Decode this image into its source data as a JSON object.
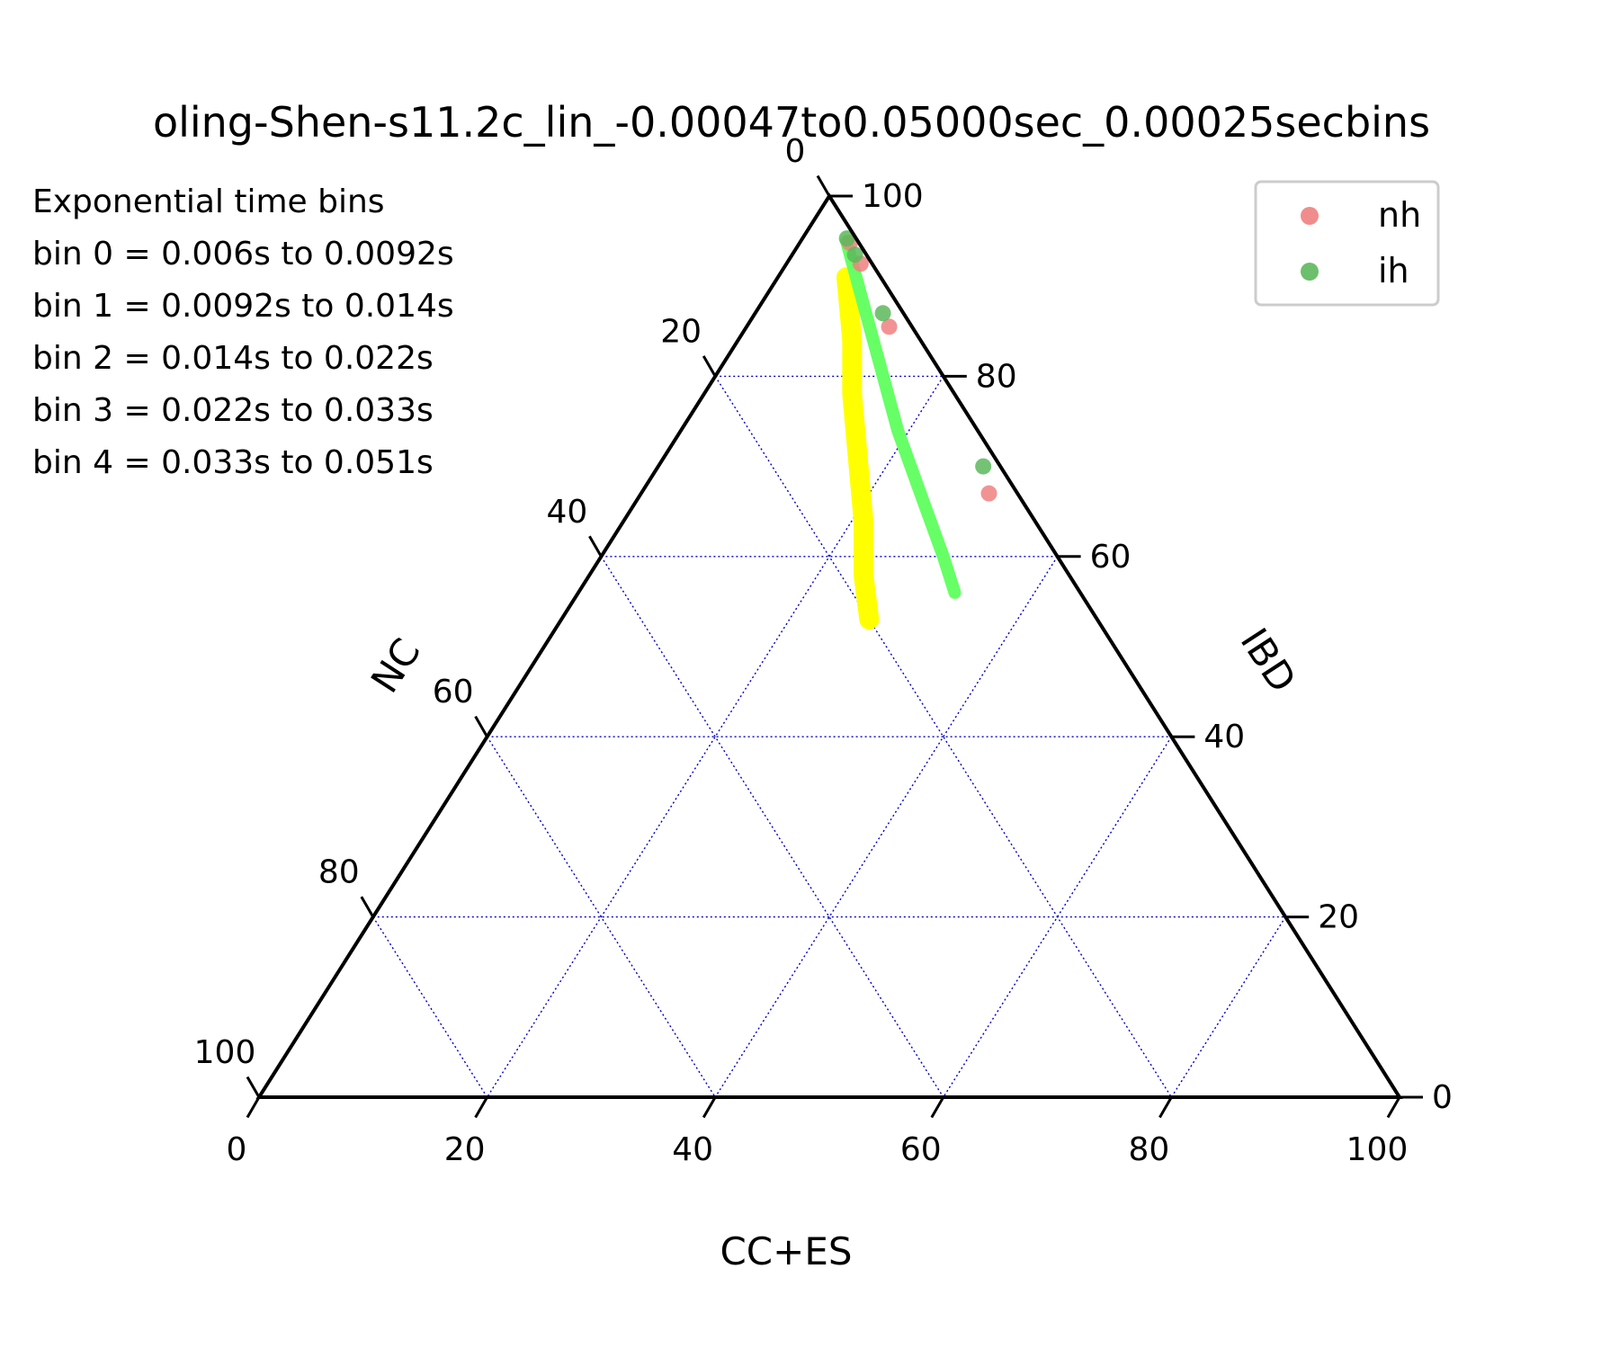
{
  "chart_data": {
    "type": "scatter",
    "subtype": "ternary",
    "title": "oling-Shen-s11.2c_lin_-0.00047to0.05000sec_0.00025secbins",
    "axes": {
      "bottom": {
        "label": "CC+ES",
        "ticks": [
          "0",
          "20",
          "40",
          "60",
          "80",
          "100"
        ]
      },
      "left": {
        "label": "NC",
        "ticks": [
          "0",
          "20",
          "40",
          "60",
          "80",
          "100"
        ]
      },
      "right": {
        "label": "IBD",
        "ticks": [
          "0",
          "20",
          "40",
          "60",
          "80",
          "100"
        ]
      }
    },
    "grid": true,
    "grid_color": "#0000cc",
    "annotations": [
      "Exponential time bins",
      "bin 0 = 0.006s to 0.0092s",
      "bin 1 = 0.0092s to 0.014s",
      "bin 2 = 0.014s to 0.022s",
      "bin 3 = 0.022s to 0.033s",
      "bin 4 = 0.033s to 0.051s"
    ],
    "legend": {
      "placement": "top-right",
      "entries": [
        {
          "name": "nh",
          "color": "#f08080"
        },
        {
          "name": "ih",
          "color": "#5cb85c"
        }
      ]
    },
    "density_bands": [
      {
        "color": "#ffff00",
        "points": [
          {
            "nc": 3,
            "ibd": 91
          },
          {
            "nc": 6,
            "ibd": 84
          },
          {
            "nc": 9,
            "ibd": 78
          },
          {
            "nc": 12,
            "ibd": 71
          },
          {
            "nc": 15,
            "ibd": 64
          },
          {
            "nc": 18,
            "ibd": 58
          },
          {
            "nc": 20,
            "ibd": 53
          }
        ]
      },
      {
        "color": "#66ff66",
        "points": [
          {
            "nc": 1,
            "ibd": 95
          },
          {
            "nc": 3,
            "ibd": 88
          },
          {
            "nc": 5,
            "ibd": 81
          },
          {
            "nc": 7,
            "ibd": 74
          },
          {
            "nc": 8.5,
            "ibd": 67
          },
          {
            "nc": 10,
            "ibd": 60
          },
          {
            "nc": 11,
            "ibd": 56
          }
        ]
      }
    ],
    "series": [
      {
        "name": "nh",
        "color": "#f08080",
        "points": [
          {
            "nc": 0.8,
            "ibd": 94.8
          },
          {
            "nc": 1.0,
            "ibd": 92.5
          },
          {
            "nc": 2.0,
            "ibd": 85.5
          },
          {
            "nc": 2.5,
            "ibd": 67.0
          }
        ]
      },
      {
        "name": "ih",
        "color": "#5cb85c",
        "points": [
          {
            "nc": 0.8,
            "ibd": 95.3
          },
          {
            "nc": 1.0,
            "ibd": 93.5
          },
          {
            "nc": 1.8,
            "ibd": 87.0
          },
          {
            "nc": 1.5,
            "ibd": 70.0
          }
        ]
      }
    ]
  }
}
